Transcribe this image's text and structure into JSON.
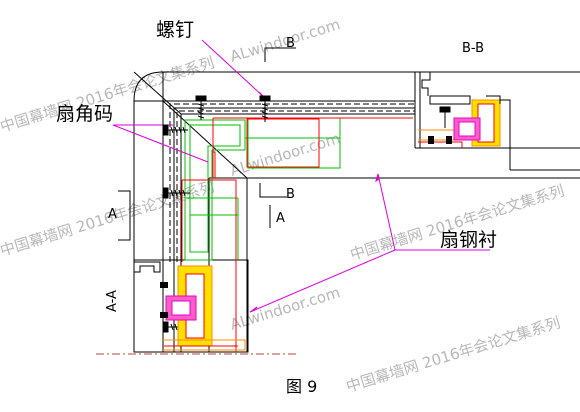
{
  "labels": {
    "screw": "螺钉",
    "sash_corner_key": "扇角码",
    "sash_steel_liner": "扇钢衬",
    "section_aa": "A-A",
    "section_bb": "B-B",
    "mark_a": "A",
    "mark_b": "B",
    "caption": "图 9"
  },
  "watermarks": [
    "ALwindoor.com",
    "中国幕墙网 2016年会论文集系列",
    "ALwindoor.com",
    "中国幕墙网 2016年会论文集系列",
    "ALwindoor.com",
    "中国幕墙网 2016年会论文集系列",
    "中国幕墙网 2016年会论文集系列"
  ],
  "colors": {
    "outline": "#000000",
    "green_corner_key": "#00c000",
    "red_steel_liner": "#ff0000",
    "magenta_leader": "#e000e0",
    "orange_gasket": "#ff8c00",
    "yellow_fill": "#ffe000",
    "pink_fill": "#ff60c0",
    "watermark": "#b8b8b8"
  }
}
